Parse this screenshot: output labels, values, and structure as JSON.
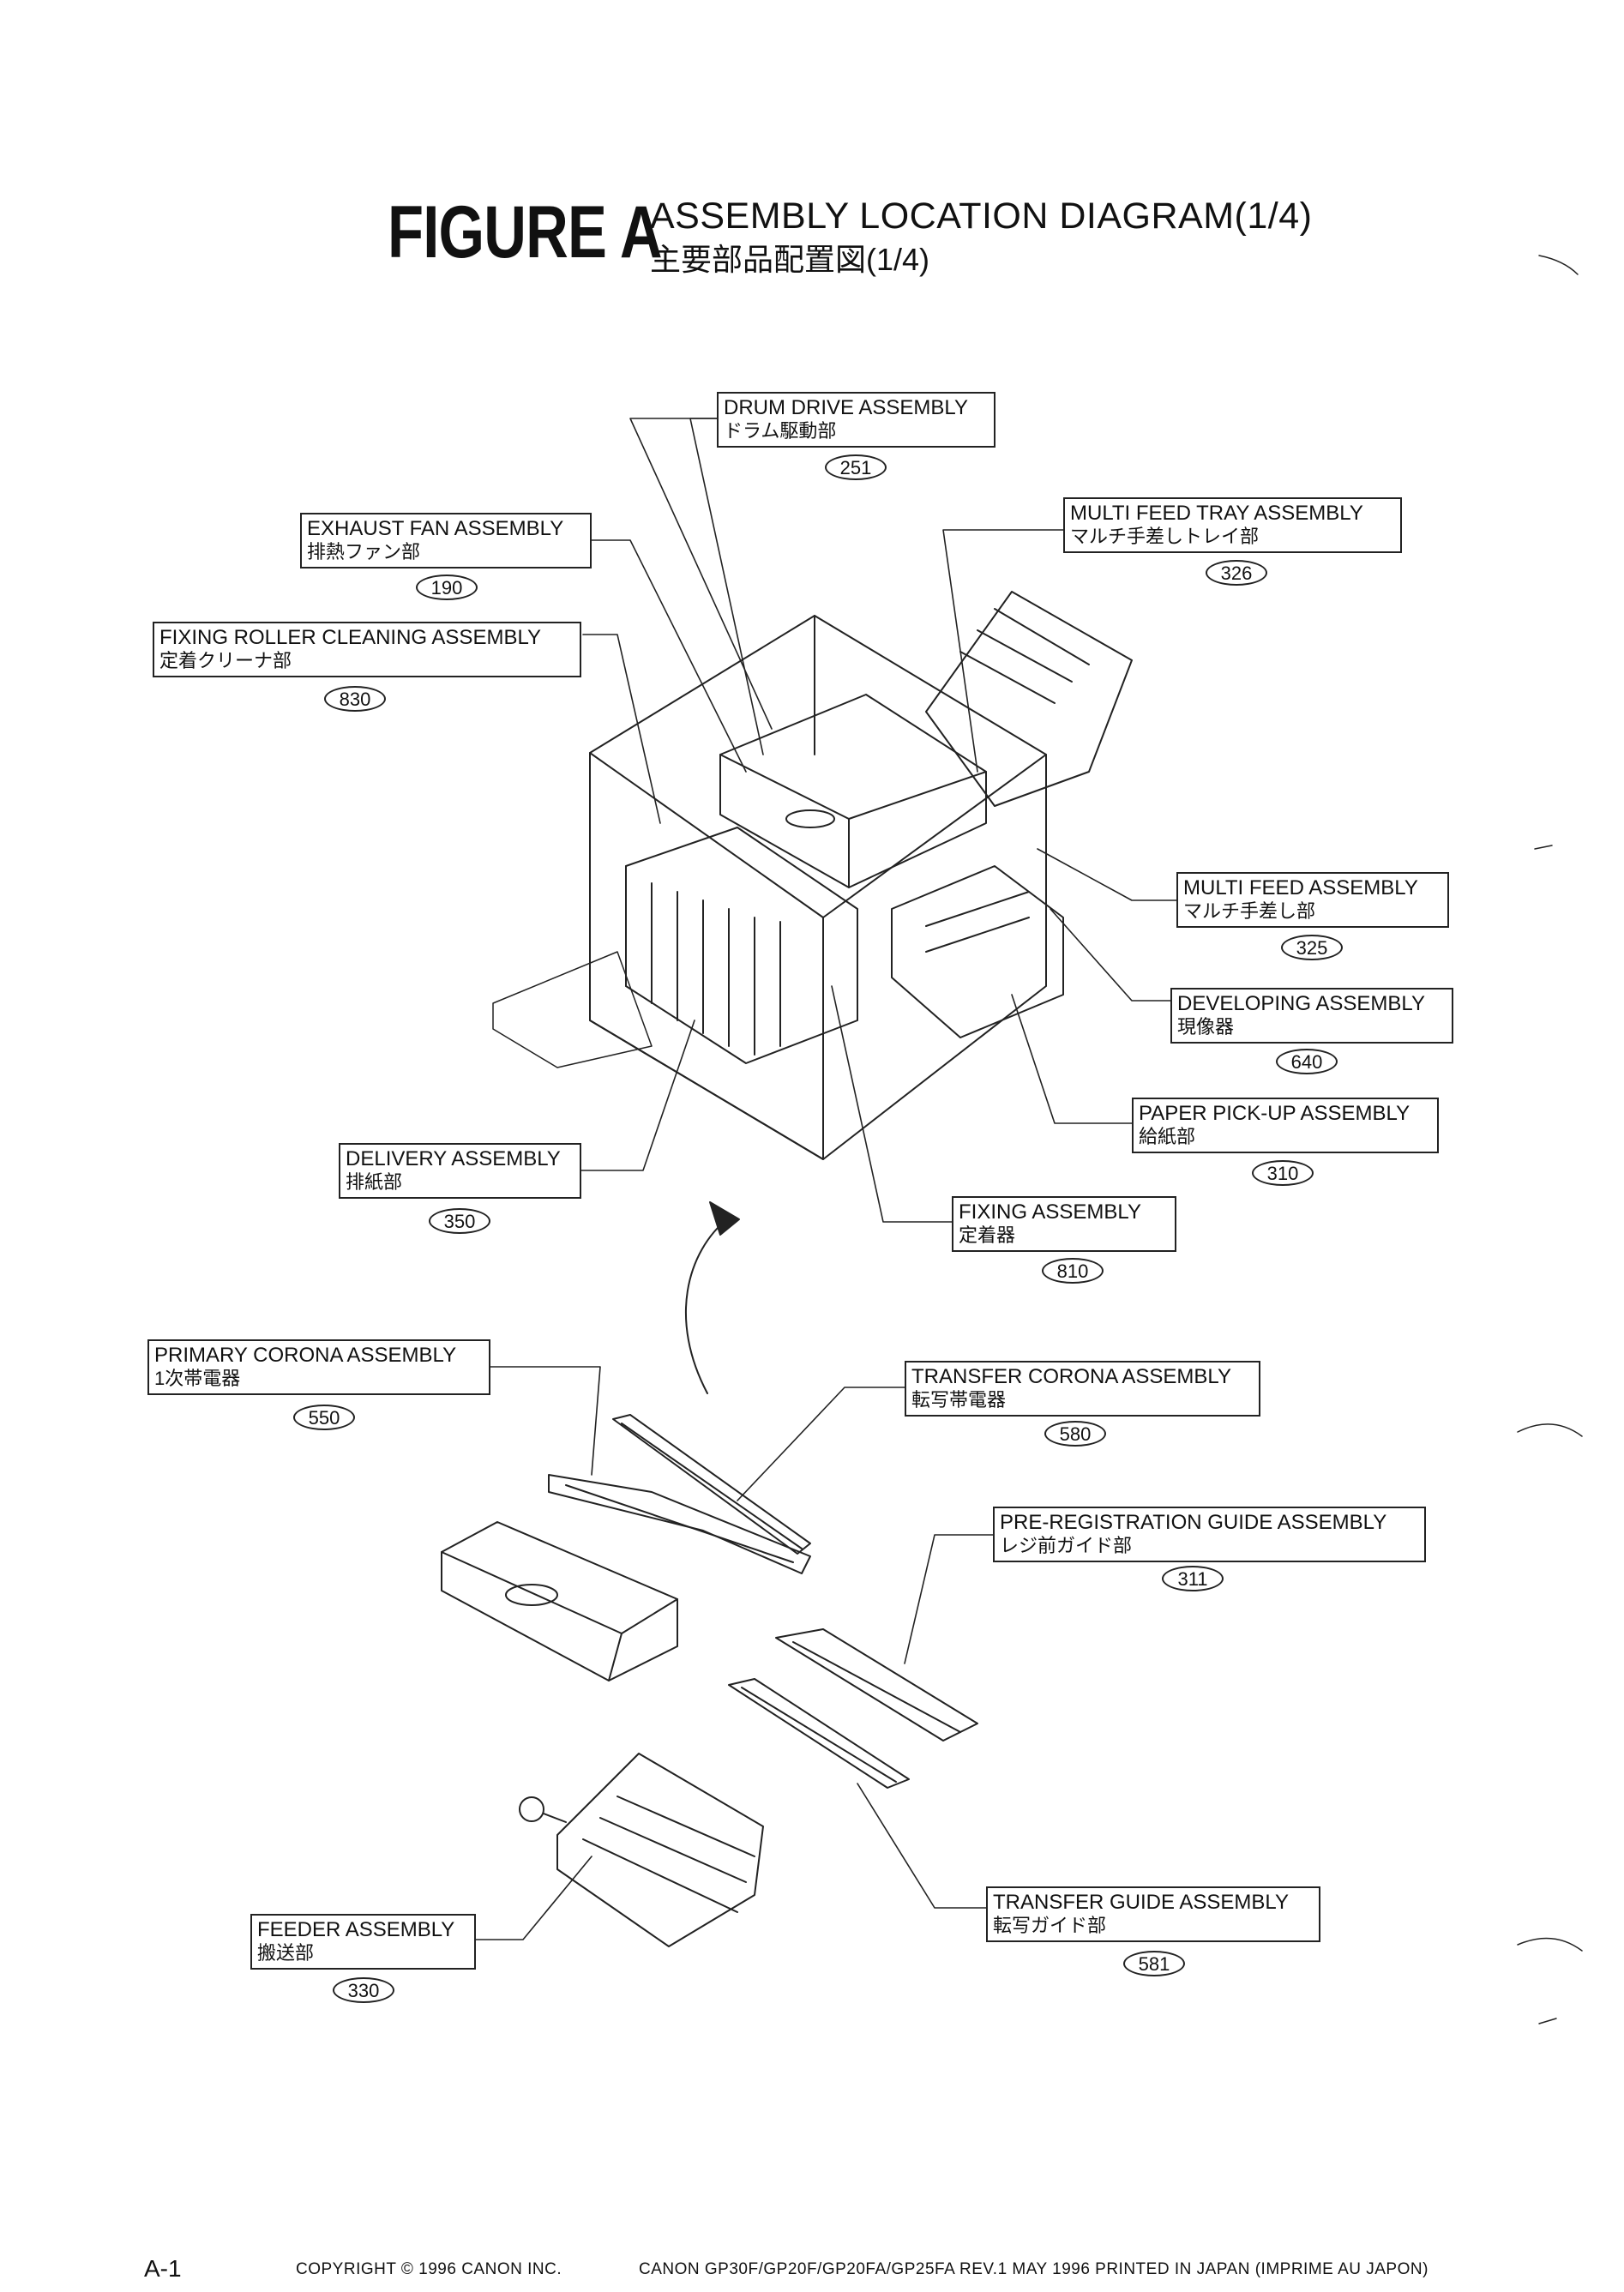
{
  "figure": {
    "label": "FIGURE A",
    "title_en": "ASSEMBLY LOCATION DIAGRAM(1/4)",
    "title_jp": "主要部品配置図(1/4)"
  },
  "callouts": [
    {
      "id": "drum-drive",
      "en": "DRUM DRIVE ASSEMBLY",
      "jp": "ドラム駆動部",
      "ref": "251"
    },
    {
      "id": "exhaust-fan",
      "en": "EXHAUST FAN ASSEMBLY",
      "jp": "排熱ファン部",
      "ref": "190"
    },
    {
      "id": "fixing-roller-cleaning",
      "en": "FIXING ROLLER CLEANING ASSEMBLY",
      "jp": "定着クリーナ部",
      "ref": "830"
    },
    {
      "id": "multi-feed-tray",
      "en": "MULTI FEED TRAY ASSEMBLY",
      "jp": "マルチ手差しトレイ部",
      "ref": "326"
    },
    {
      "id": "multi-feed",
      "en": "MULTI FEED ASSEMBLY",
      "jp": "マルチ手差し部",
      "ref": "325"
    },
    {
      "id": "developing",
      "en": "DEVELOPING ASSEMBLY",
      "jp": "現像器",
      "ref": "640"
    },
    {
      "id": "paper-pickup",
      "en": "PAPER PICK-UP ASSEMBLY",
      "jp": "給紙部",
      "ref": "310"
    },
    {
      "id": "delivery",
      "en": "DELIVERY ASSEMBLY",
      "jp": "排紙部",
      "ref": "350"
    },
    {
      "id": "fixing",
      "en": "FIXING ASSEMBLY",
      "jp": "定着器",
      "ref": "810"
    },
    {
      "id": "primary-corona",
      "en": "PRIMARY CORONA ASSEMBLY",
      "jp": "1次帯電器",
      "ref": "550"
    },
    {
      "id": "transfer-corona",
      "en": "TRANSFER CORONA ASSEMBLY",
      "jp": "転写帯電器",
      "ref": "580"
    },
    {
      "id": "pre-registration-guide",
      "en": "PRE-REGISTRATION GUIDE ASSEMBLY",
      "jp": "レジ前ガイド部",
      "ref": "311"
    },
    {
      "id": "transfer-guide",
      "en": "TRANSFER GUIDE ASSEMBLY",
      "jp": "転写ガイド部",
      "ref": "581"
    },
    {
      "id": "feeder",
      "en": "FEEDER ASSEMBLY",
      "jp": "搬送部",
      "ref": "330"
    }
  ],
  "footer": {
    "page": "A-1",
    "copyright": "COPYRIGHT © 1996 CANON INC.",
    "model_line": "CANON GP30F/GP20F/GP20FA/GP25FA REV.1 MAY 1996 PRINTED IN JAPAN (IMPRIME AU JAPON)"
  }
}
